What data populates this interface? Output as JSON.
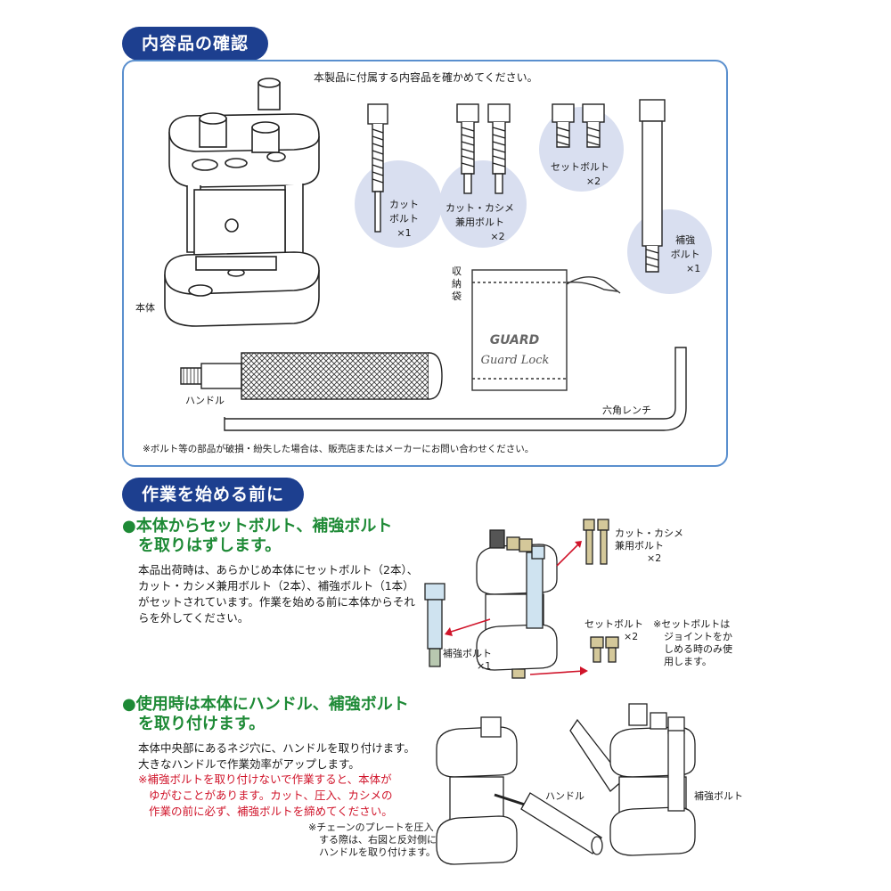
{
  "section1": {
    "title": "内容品の確認",
    "intro": "本製品に付属する内容品を確かめてください。",
    "items": {
      "body": "本体",
      "cut_bolt": [
        "カット",
        "ボルト",
        "×1"
      ],
      "cut_kashime_bolt": [
        "カット・カシメ",
        "兼用ボルト",
        "×2"
      ],
      "set_bolt": [
        "セットボルト",
        "×2"
      ],
      "reinforce_bolt": [
        "補強",
        "ボルト",
        "×1"
      ],
      "pouch_label": [
        "収",
        "納",
        "袋"
      ],
      "pouch_brand": "GUARD",
      "pouch_text": "Guard Lock",
      "handle": "ハンドル",
      "hex_wrench": "六角レンチ"
    },
    "note": "※ボルト等の部品が破損・紛失した場合は、販売店またはメーカーにお問い合わせください。"
  },
  "section2": {
    "title": "作業を始める前に",
    "step1": {
      "heading": [
        "●本体からセットボルト、補強ボルト",
        "を取りはずします。"
      ],
      "body": [
        "本品出荷時は、あらかじめ本体にセットボルト（2本）、",
        "カット・カシメ兼用ボルト（2本）、補強ボルト（1本）",
        "がセットされています。作業を始める前に本体からそれ",
        "らを外してください。"
      ],
      "labels": {
        "kashime": [
          "カット・カシメ",
          "兼用ボルト",
          "×2"
        ],
        "set": [
          "セットボルト",
          "×2"
        ],
        "reinforce": [
          "補強ボルト",
          "×1"
        ],
        "set_note": [
          "※セットボルトは",
          "ジョイントをか",
          "しめる時のみ使",
          "用します。"
        ]
      }
    },
    "step2": {
      "heading": [
        "●使用時は本体にハンドル、補強ボルト",
        "を取り付けます。"
      ],
      "body": [
        "本体中央部にあるネジ穴に、ハンドルを取り付けます。",
        "大きなハンドルで作業効率がアップします。"
      ],
      "warning": [
        "※補強ボルトを取り付けないで作業すると、本体が",
        "ゆがむことがあります。カット、圧入、カシメの",
        "作業の前に必ず、補強ボルトを締めてください。"
      ],
      "handle_label": "ハンドル",
      "reinforce_label": "補強ボルト",
      "chain_note": [
        "※チェーンのプレートを圧入",
        "する際は、右図と反対側に",
        "ハンドルを取り付けます。"
      ]
    }
  },
  "colors": {
    "navy": "#1d3f8f",
    "frame": "#5a8fce",
    "green": "#1e8a36",
    "red": "#d0142a",
    "circle": "#d9dff0",
    "red_arrow": "#d0142a"
  }
}
